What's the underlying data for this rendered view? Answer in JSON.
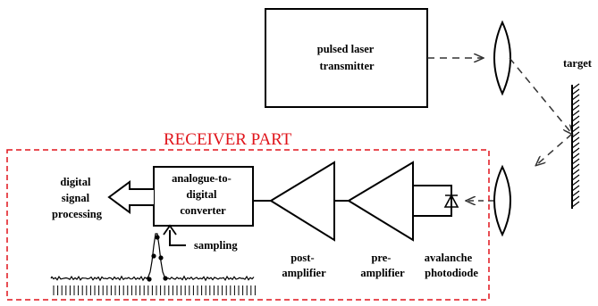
{
  "diagram": {
    "laser_box": [
      "pulsed laser",
      "transmitter"
    ],
    "target_label": "target",
    "receiver_title": "RECEIVER PART",
    "adc_box": [
      "analogue-to-",
      "digital",
      "converter"
    ],
    "dsp_label": [
      "digital",
      "signal",
      "processing"
    ],
    "sampling_label": "sampling",
    "post_amp_label": [
      "post-",
      "amplifier"
    ],
    "pre_amp_label": [
      "pre-",
      "amplifier"
    ],
    "photodiode_label": [
      "avalanche",
      "photodiode"
    ],
    "colors": {
      "lines": "#000000",
      "receiver_accent": "#e0141b",
      "beam_dash": "#333333"
    }
  }
}
